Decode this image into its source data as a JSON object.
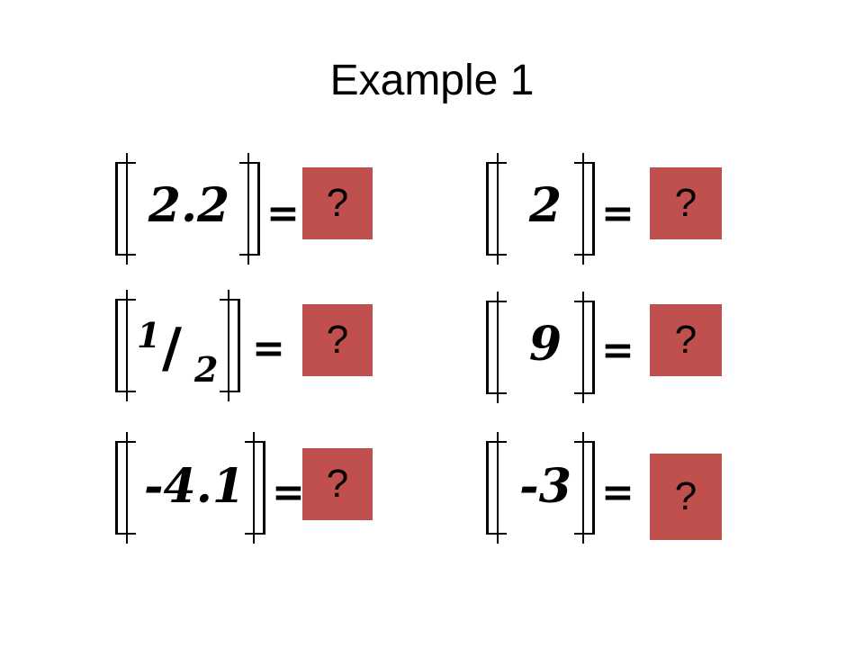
{
  "title": "Example 1",
  "equals": "=",
  "answer_placeholder": "?",
  "problems": [
    {
      "value": "2.2"
    },
    {
      "value": "2"
    },
    {
      "numerator": "1",
      "slash": "/",
      "denominator": "2"
    },
    {
      "value": "9"
    },
    {
      "value": "-4.1"
    },
    {
      "value": "-3"
    }
  ],
  "colors": {
    "answer_box": "#c0504d"
  }
}
